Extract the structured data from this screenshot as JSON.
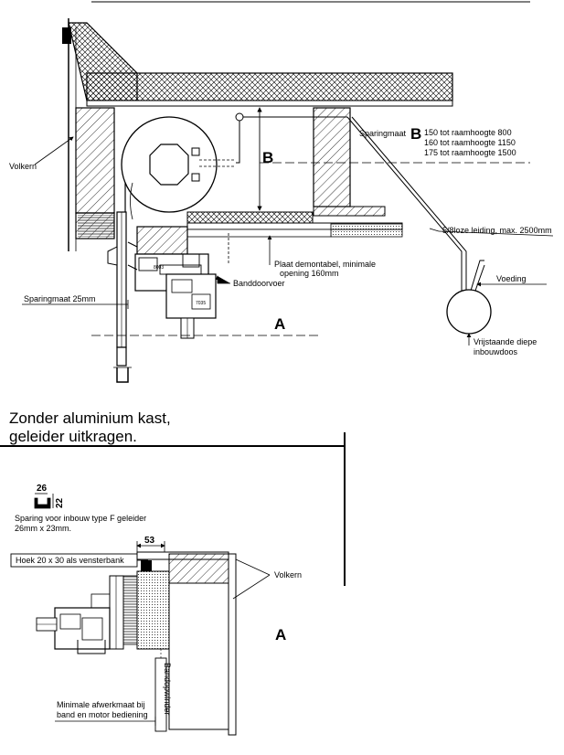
{
  "top_section": {
    "volkern_label": "Volkern",
    "sparingmaat_label": "Sparingmaat",
    "b_marker": "B",
    "b_lines": [
      "150 tot raamhoogte  800",
      "160 tot raamhoogte 1150",
      "175 tot raamhoogte 1500"
    ],
    "dim_b": "B",
    "leiding_label": "5/8loze leiding, max. 2500mm",
    "voeding_label": "Voeding",
    "plaat_line1": "Plaat demontabel, minimale",
    "plaat_line2": "opening 160mm",
    "banddoorvoer_label": "Banddoorvoer",
    "sparingmaat_25": "Sparingmaat 25mm",
    "section_a": "A",
    "inbouwdoos_line1": "Vrijstaande diepe",
    "inbouwdoos_line2": "inbouwdoos",
    "profile_code1": "8003",
    "profile_code2": "7035"
  },
  "heading": {
    "line1": "Zonder aluminium kast,",
    "line2": "geleider uitkragen."
  },
  "bottom_section": {
    "dim_26": "26",
    "dim_22": "22",
    "sparing_line1": "Sparing voor inbouw type F geleider",
    "sparing_line2": "26mm x 23mm.",
    "dim_53": "53",
    "hoek_label": "Hoek 20 x 30 als vensterbank",
    "volkern_label": "Volkern",
    "section_a": "A",
    "bandopwinder_label": "Bandopwinder",
    "afwerk_line1": "Minimale afwerkmaat bij",
    "afwerk_line2": "band en motor bediening"
  },
  "colors": {
    "line": "#000000",
    "background": "#ffffff"
  }
}
